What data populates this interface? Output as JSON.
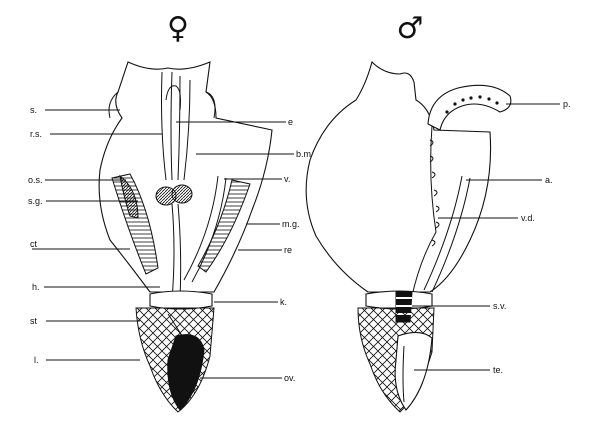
{
  "figure": {
    "female_symbol": "♀",
    "male_symbol": "♂",
    "female_labels": {
      "s": "s.",
      "rs": "r.s.",
      "os": "o.s.",
      "sg": "s.g.",
      "ct": "ct",
      "h": "h.",
      "st": "st",
      "l": "l.",
      "e": "e",
      "bm": "b.m.",
      "v": "v.",
      "mg": "m.g.",
      "re": "re",
      "k": "k.",
      "ov": "ov."
    },
    "male_labels": {
      "p": "p.",
      "a": "a.",
      "vd": "v.d.",
      "sv": "s.v.",
      "te": "te."
    }
  }
}
